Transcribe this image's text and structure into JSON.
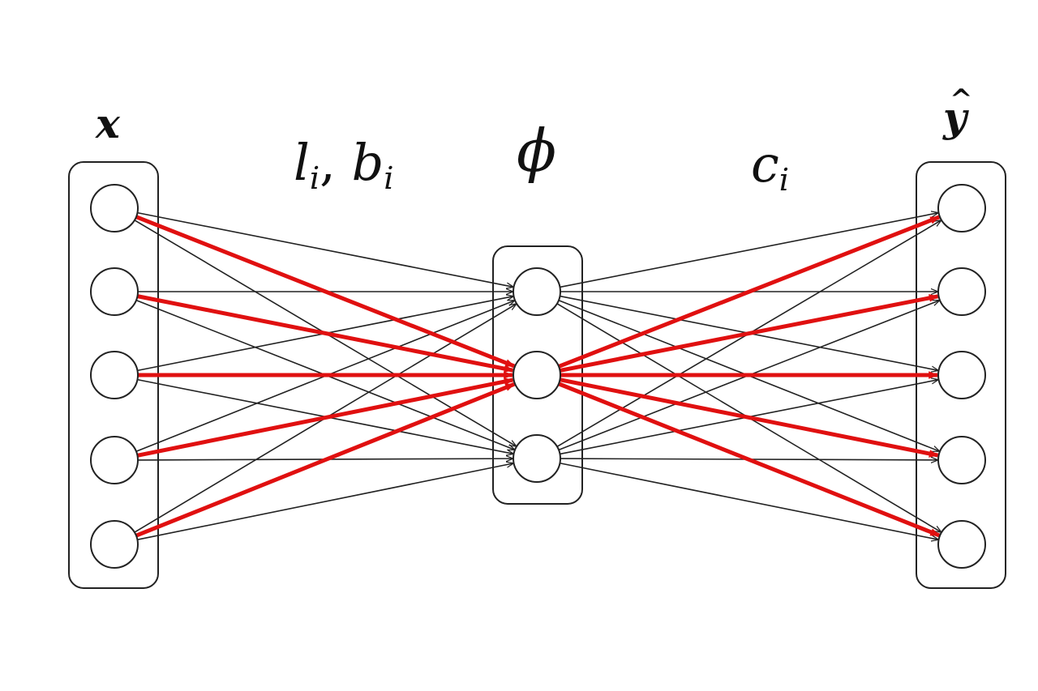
{
  "labels": {
    "input": "x",
    "output_base": "y",
    "output_hat": "^",
    "encoder_l": "l",
    "encoder_sub1": "i",
    "encoder_sep": ", ",
    "encoder_b": "b",
    "encoder_sub2": "i",
    "bottleneck": "ϕ",
    "decoder_c": "c",
    "decoder_sub": "i"
  },
  "layers": [
    {
      "name": "input",
      "nodes": 5
    },
    {
      "name": "hidden",
      "nodes": 3
    },
    {
      "name": "output",
      "nodes": 5
    }
  ],
  "highlight": {
    "hidden_node": 2,
    "color": "#e01010"
  },
  "colors": {
    "edge": "#222222",
    "node_stroke": "#222222",
    "highlight": "#e01010"
  }
}
